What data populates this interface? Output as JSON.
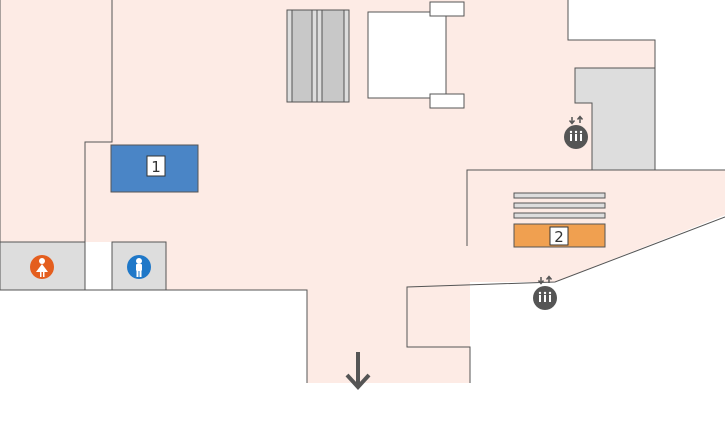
{
  "map": {
    "colors": {
      "floor": "#fdebe5",
      "wall": "#555555",
      "room_gray": "#dddddd",
      "marker_blue": "#4a85c6",
      "marker_orange": "#f0a050",
      "icon_female": "#e45e1e",
      "icon_male": "#1f78c8",
      "icon_elevator": "#555555",
      "arrow": "#555555"
    },
    "markers": [
      {
        "label": "1",
        "color": "marker_blue"
      },
      {
        "label": "2",
        "color": "marker_orange"
      }
    ],
    "icons": {
      "restroom_female": "female-restroom-icon",
      "restroom_male": "male-restroom-icon",
      "elevator": "elevator-icon",
      "exit_arrow": "down-arrow-icon"
    }
  }
}
